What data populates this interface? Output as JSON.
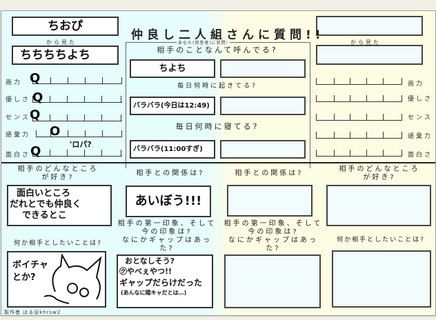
{
  "header": {
    "title": "仲良し二人組さんに質問!!",
    "subtitle": "あなた(回答者)に質問!",
    "from_seen": "から見た"
  },
  "left_person": {
    "name": "ちおぴ",
    "partner": "ちちちちよち"
  },
  "right_person": {
    "name": "",
    "partner": ""
  },
  "center": {
    "q_nickname": "相手のことなんて呼んでる?",
    "a_nickname_left": "ちよち",
    "a_nickname_right": "",
    "q_wake": "毎日何時に起きてる?",
    "a_wake_left": "バラバラ(今日は12:49)",
    "a_wake_right": "",
    "q_sleep": "毎日何時に寝てる?",
    "a_sleep_left": "バラバラ(11:00すぎ)",
    "a_sleep_right": ""
  },
  "ratings": {
    "labels": [
      "画力",
      "優しさ",
      "センス",
      "語彙力",
      "面白さ"
    ],
    "left_marks": [
      "Q",
      "Q",
      "Q",
      "O",
      "Q"
    ],
    "left_note": "'ロパ?"
  },
  "bottom": {
    "q_like": "相手のどんなところ\nが好き?",
    "q_like_line1": "相手のどんなところ",
    "q_like_line2": "が好き?",
    "a_like_left_line1": "面白いところ",
    "a_like_left_line2": "だれとでも仲良く",
    "a_like_left_line3": "できるとこ",
    "q_relation": "相手との関係は?",
    "a_relation_left": "あいぼう!!!",
    "q_impression_line1": "相手の第一印象、そして",
    "q_impression_line2": "今の印象は?",
    "q_impression_line3": "なにかギャップはあっ",
    "q_impression_line4": "た?",
    "a_impression_left_line1": "おとなしそう?",
    "a_impression_left_line2": "㋗やべぇやつ!!",
    "a_impression_left_line3": "ギャップだらけだった",
    "a_impression_left_line4": "(あんなに陽キャだとは…)",
    "q_want": "何か相手としたいことは?",
    "a_want_left_line1": "ボイチャ",
    "a_want_left_line2": "とか?"
  },
  "footer": {
    "credit": "製作者 はる@khrsw2"
  }
}
